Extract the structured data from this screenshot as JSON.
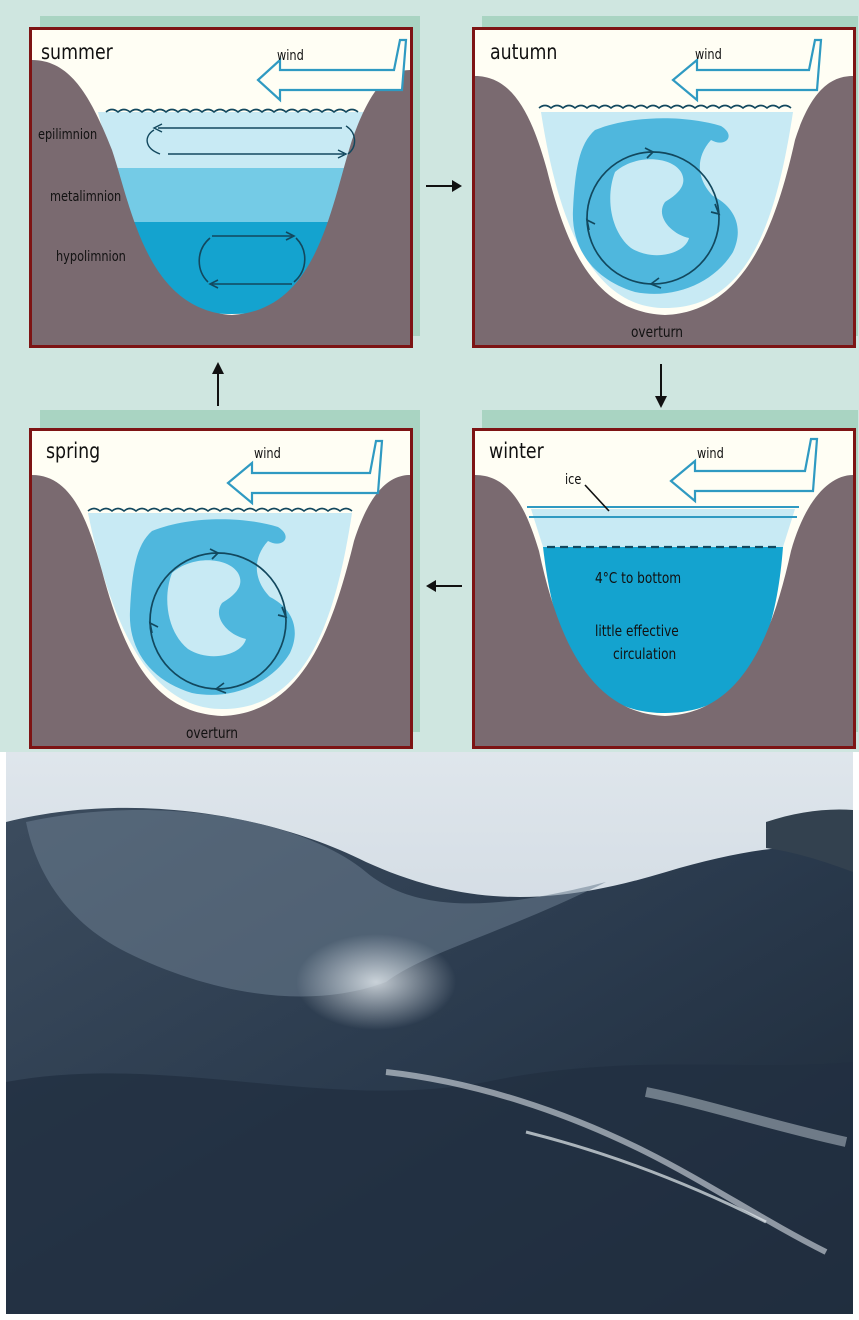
{
  "panels": {
    "summer": {
      "season": "summer",
      "wind": "wind",
      "layers": [
        "epilimnion",
        "metalimnion",
        "hypolimnion"
      ]
    },
    "autumn": {
      "season": "autumn",
      "wind": "wind",
      "caption": "overturn"
    },
    "winter": {
      "season": "winter",
      "wind": "wind",
      "ice": "ice",
      "lines": [
        "4°C to bottom",
        "little effective",
        "circulation"
      ]
    },
    "spring": {
      "season": "spring",
      "wind": "wind",
      "caption": "overturn"
    }
  },
  "colors": {
    "frame": "#7d1414",
    "sky": "#fffef4",
    "rock": "#7a6a70",
    "light_water": "#c8eaf4",
    "mid_water": "#74cbe6",
    "deep_water": "#14a3cf",
    "current": "#12485e",
    "background": "#cfe6e0",
    "shadow": "#a9d4c2"
  }
}
